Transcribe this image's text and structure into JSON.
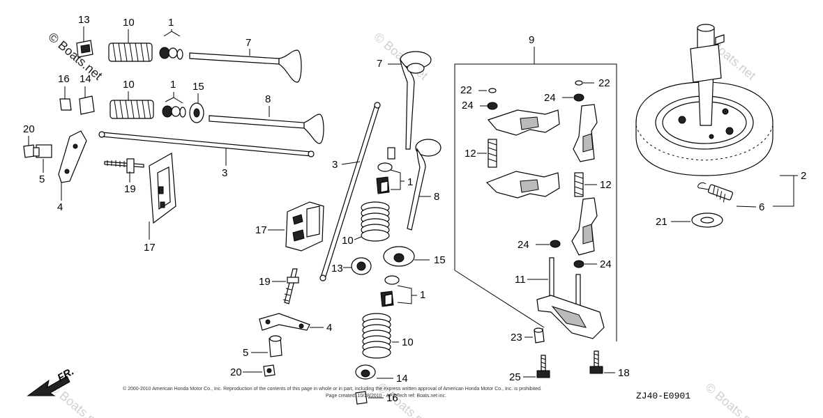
{
  "watermark": "© Boats.net",
  "diagram_code": "ZJ40-E0901",
  "front_arrow_label": "FR.",
  "copyright_lines": [
    "© 2000-2010 American Honda Motor Co., Inc. Reproduction of the contents of this page in whole or in part, including the express written approval of American Honda Motor Co., Inc. is prohibited.",
    "Page created: 10/28/2010 - APT Tech ref: Boats.net inc."
  ],
  "callouts": {
    "c13a": "13",
    "c10a": "10",
    "c1a": "1",
    "c7a": "7",
    "c16a": "16",
    "c14a": "14",
    "c10b": "10",
    "c1b": "1",
    "c15a": "15",
    "c8a": "8",
    "c20a": "20",
    "c5a": "5",
    "c4a": "4",
    "c3a": "3",
    "c19a": "19",
    "c17a": "17",
    "c7b": "7",
    "c3b": "3",
    "c1c": "1",
    "c8b": "8",
    "c17b": "17",
    "c10c": "10",
    "c13b": "13",
    "c15b": "15",
    "c19b": "19",
    "c1d": "1",
    "c4b": "4",
    "c10d": "10",
    "c5b": "5",
    "c20b": "20",
    "c14b": "14",
    "c16b": "16",
    "c9": "9",
    "c22a": "22",
    "c24a": "24",
    "c22b": "22",
    "c24b": "24",
    "c12a": "12",
    "c12b": "12",
    "c24c": "24",
    "c24d": "24",
    "c11": "11",
    "c23": "23",
    "c25": "25",
    "c18": "18",
    "c2": "2",
    "c6": "6",
    "c21": "21"
  }
}
